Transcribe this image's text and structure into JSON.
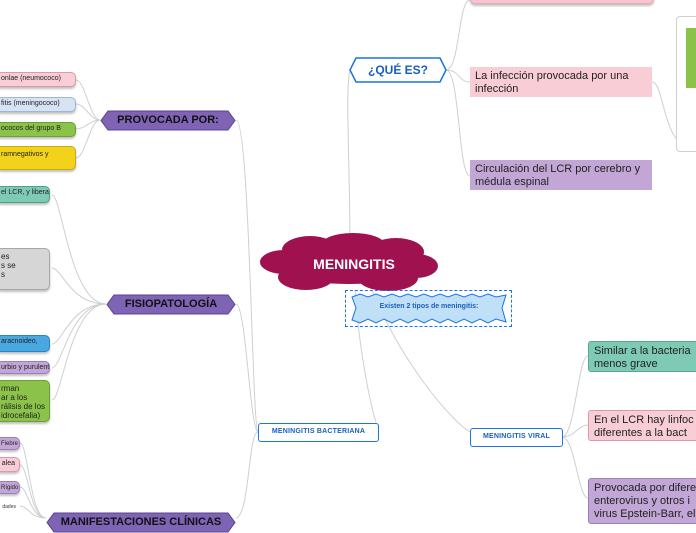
{
  "colors": {
    "central": "#a0124f",
    "purple_hex": "#7f63b5",
    "line": "#c8c8c8",
    "blue": "#1a73e8"
  },
  "central": {
    "label": "MENINGITIS"
  },
  "que_es": {
    "label": "¿QUÉ ES?",
    "items": [
      "La infección  provocada por una infección",
      "Circulación del LCR por cerebro y médula espinal"
    ]
  },
  "tipos": {
    "label": "Existen 2 tipos de meningitis:"
  },
  "provocada": {
    "label": "PROVOCADA POR:",
    "items": [
      "onlae (neumococo)",
      "fitis (meningococo)",
      "ococos del grupo B",
      "ramnegativos y"
    ]
  },
  "fisiopatologia": {
    "label": "FISIOPATOLOGÍA",
    "items": [
      "el LCR, y liberan",
      "es",
      "s  se",
      "s",
      "aracnoideo,",
      "urbio y purulento",
      "rman",
      "ar a los",
      "rálisis de los",
      "idrocefalia)"
    ]
  },
  "manifestaciones": {
    "label": "MANIFESTACIONES CLÍNICAS",
    "items": [
      "Fiebre",
      "alea",
      "Rígido",
      "dades"
    ]
  },
  "bacteriana": {
    "label": "MENINGITIS BACTERIANA"
  },
  "viral": {
    "label": "MENINGITIS VIRAL",
    "items": [
      "Similar a la bacteria menos grave",
      "En el LCR hay linfoc diferentes  a la bact",
      "Provocada por difere enterovirus y  otros i virus Epstein-Barr, el"
    ]
  }
}
